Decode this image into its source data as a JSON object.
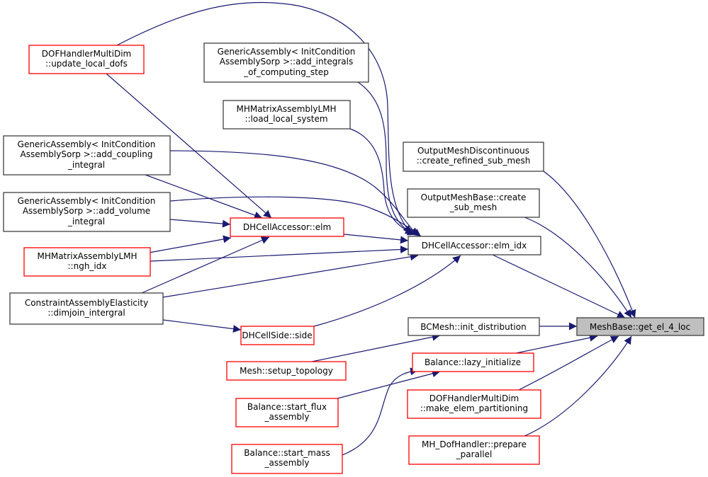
{
  "nodes": {
    "update_local_dofs": [
      "DOFHandlerMultiDim",
      "::update_local_dofs"
    ],
    "add_integrals": [
      "GenericAssembly< InitCondition",
      "AssemblySorp >::add_integrals",
      "_of_computing_step"
    ],
    "load_local_system": [
      "MHMatrixAssemblyLMH",
      "::load_local_system"
    ],
    "add_coupling": [
      "GenericAssembly< InitCondition",
      "AssemblySorp >::add_coupling",
      "_integral"
    ],
    "add_volume": [
      "GenericAssembly< InitCondition",
      "AssemblySorp >::add_volume",
      "_integral"
    ],
    "elm": [
      "DHCellAccessor::elm"
    ],
    "ngh_idx": [
      "MHMatrixAssemblyLMH",
      "::ngh_idx"
    ],
    "dimjoin": [
      "ConstraintAssemblyElasticity",
      "::dimjoin_intergral"
    ],
    "side": [
      "DHCellSide::side"
    ],
    "create_refined": [
      "OutputMeshDiscontinuous",
      "::create_refined_sub_mesh"
    ],
    "create_sub_mesh": [
      "OutputMeshBase::create",
      "_sub_mesh"
    ],
    "elm_idx": [
      "DHCellAccessor::elm_idx"
    ],
    "init_distribution": [
      "BCMesh::init_distribution"
    ],
    "get_el_4_loc": [
      "MeshBase::get_el_4_loc"
    ],
    "setup_topology": [
      "Mesh::setup_topology"
    ],
    "lazy_initialize": [
      "Balance::lazy_initialize"
    ],
    "start_flux": [
      "Balance::start_flux",
      "_assembly"
    ],
    "make_elem": [
      "DOFHandlerMultiDim",
      "::make_elem_partitioning"
    ],
    "start_mass": [
      "Balance::start_mass",
      "_assembly"
    ],
    "prepare_parallel": [
      "MH_DofHandler::prepare",
      "_parallel"
    ]
  },
  "colors": {
    "edge": "#191970",
    "incomplete_border": "#ff0000",
    "focus_fill": "#bfbfbf"
  }
}
